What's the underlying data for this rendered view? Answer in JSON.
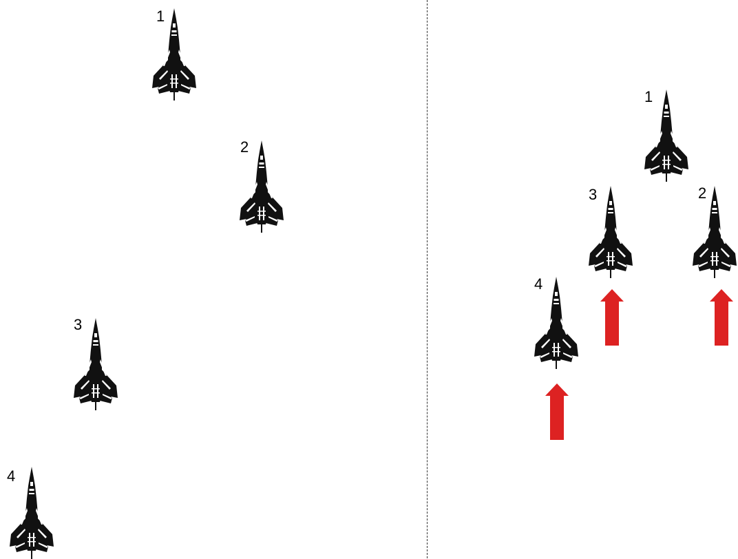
{
  "colors": {
    "jet": "#111111",
    "jet_detail": "#ffffff",
    "arrow": "#dd2222",
    "divider": "#333333"
  },
  "left_formation": {
    "aircraft": [
      {
        "label": "1",
        "icon": "fighter-jet-icon"
      },
      {
        "label": "2",
        "icon": "fighter-jet-icon"
      },
      {
        "label": "3",
        "icon": "fighter-jet-icon"
      },
      {
        "label": "4",
        "icon": "fighter-jet-icon"
      }
    ]
  },
  "right_formation": {
    "aircraft": [
      {
        "label": "1",
        "icon": "fighter-jet-icon"
      },
      {
        "label": "2",
        "icon": "fighter-jet-icon"
      },
      {
        "label": "3",
        "icon": "fighter-jet-icon"
      },
      {
        "label": "4",
        "icon": "fighter-jet-icon"
      }
    ],
    "arrows": [
      "arrow-up-icon",
      "arrow-up-icon",
      "arrow-up-icon"
    ]
  }
}
